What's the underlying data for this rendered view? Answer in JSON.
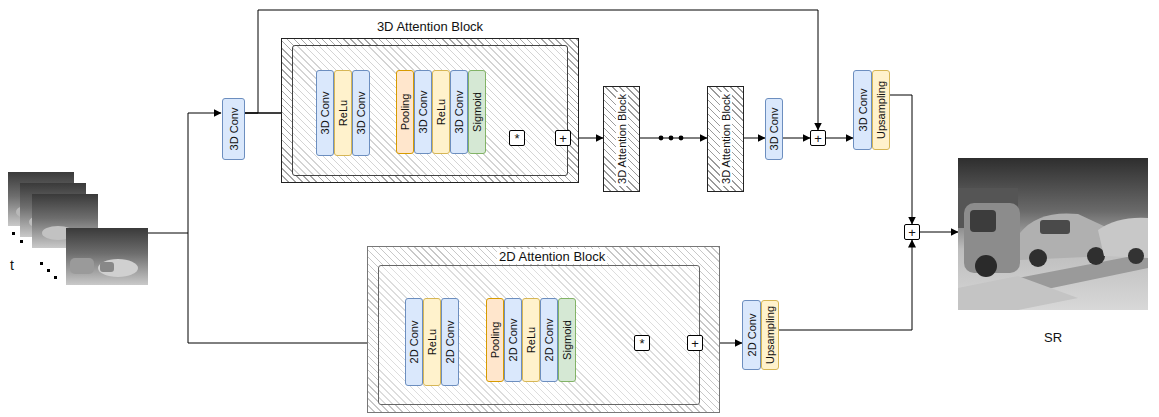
{
  "diagram": {
    "nodes": [
      {
        "text": [
          "3D Conv"
        ]
      },
      {
        "text": [
          "3D Attention Block"
        ]
      },
      {
        "text": [
          "3D Conv"
        ],
        "in": 1
      },
      {
        "text": [
          "ReLu"
        ],
        "in": 1
      },
      {
        "text": [
          "3D Conv"
        ],
        "in": 1
      },
      {
        "text": [
          "Pooling"
        ],
        "in": 1
      },
      {
        "text": [
          "3D Conv"
        ],
        "in": 1
      },
      {
        "text": [
          "ReLu"
        ],
        "in": 1
      },
      {
        "text": [
          "3D Conv"
        ],
        "in": 1
      },
      {
        "text": [
          "Sigmoid"
        ],
        "in": 1
      },
      {
        "text": [
          "*"
        ],
        "in": 1
      },
      {
        "text": [
          "+"
        ],
        "in": 1
      },
      {
        "text": [
          "3D Attention Block"
        ]
      },
      {
        "text": [
          "3D Attention Block"
        ]
      },
      {
        "text": [
          "3D Conv"
        ]
      },
      {
        "text": [
          "+"
        ]
      },
      {
        "text": [
          "3D Conv"
        ]
      },
      {
        "text": [
          "Upsampling"
        ]
      },
      {
        "text": [
          "+"
        ]
      },
      {
        "text": [
          "2D Attention Block"
        ]
      },
      {
        "text": [
          "2D Conv"
        ],
        "in": 19
      },
      {
        "text": [
          "ReLu"
        ],
        "in": 19
      },
      {
        "text": [
          "2D Conv"
        ],
        "in": 19
      },
      {
        "text": [
          "Pooling"
        ],
        "in": 19
      },
      {
        "text": [
          "2D Conv"
        ],
        "in": 19
      },
      {
        "text": [
          "ReLu"
        ],
        "in": 19
      },
      {
        "text": [
          "2D Conv"
        ],
        "in": 19
      },
      {
        "text": [
          "Sigmoid"
        ],
        "in": 19
      },
      {
        "text": [
          "*"
        ],
        "in": 19
      },
      {
        "text": [
          "+"
        ],
        "in": 19
      },
      {
        "text": [
          "2D Conv"
        ]
      },
      {
        "text": [
          "Upsampling"
        ]
      },
      {
        "text": [
          "SR"
        ]
      }
    ],
    "edges": [
      {
        "from": 0,
        "to": 2,
        "arrow": "to"
      },
      {
        "from": 0,
        "to": 11,
        "arrow": "to"
      },
      {
        "from": 0,
        "to": 15,
        "arrow": "to"
      },
      {
        "from": 4,
        "to": 5,
        "arrow": "none"
      },
      {
        "from": 4,
        "to": 10,
        "arrow": "to"
      },
      {
        "from": 9,
        "to": 10,
        "arrow": "to"
      },
      {
        "from": 10,
        "to": 11,
        "arrow": "to"
      },
      {
        "from": 11,
        "to": 12,
        "arrow": "to"
      },
      {
        "from": 12,
        "to": 13,
        "arrow": "to"
      },
      {
        "from": 13,
        "to": 14,
        "arrow": "to"
      },
      {
        "from": 14,
        "to": 15,
        "arrow": "to"
      },
      {
        "from": 15,
        "to": 16,
        "arrow": "to"
      },
      {
        "from": 17,
        "to": 18,
        "arrow": "to"
      },
      {
        "from": 22,
        "to": 23,
        "arrow": "none"
      },
      {
        "from": 22,
        "to": 28,
        "arrow": "to"
      },
      {
        "from": 27,
        "to": 28,
        "arrow": "to"
      },
      {
        "from": 28,
        "to": 29,
        "arrow": "to"
      },
      {
        "from": 29,
        "to": 30,
        "arrow": "to"
      },
      {
        "from": 31,
        "to": 18,
        "arrow": "to"
      },
      {
        "from": 18,
        "to": 32,
        "arrow": "to"
      }
    ],
    "labels": [
      "t"
    ]
  }
}
